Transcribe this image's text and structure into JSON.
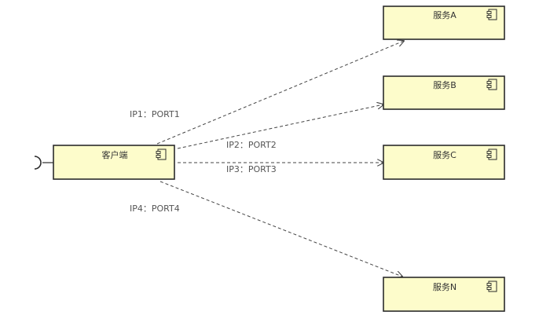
{
  "diagram": {
    "colors": {
      "box_fill": "#fdfccb",
      "box_stroke": "#2b2b2b",
      "line": "#444444",
      "text": "#333333"
    },
    "client": {
      "label": "客户端",
      "icon": "component-icon",
      "interface_icon": "required-interface-socket"
    },
    "services": [
      {
        "id": "a",
        "label": "服务A",
        "icon": "component-icon"
      },
      {
        "id": "b",
        "label": "服务B",
        "icon": "component-icon"
      },
      {
        "id": "c",
        "label": "服务C",
        "icon": "component-icon"
      },
      {
        "id": "n",
        "label": "服务N",
        "icon": "component-icon"
      }
    ],
    "connections": [
      {
        "from": "client",
        "to": "a",
        "label": "IP1：PORT1",
        "style": "dashed-arrow"
      },
      {
        "from": "client",
        "to": "b",
        "label": "IP2：PORT2",
        "style": "dashed-arrow"
      },
      {
        "from": "client",
        "to": "c",
        "label": "IP3：PORT3",
        "style": "dashed-arrow"
      },
      {
        "from": "client",
        "to": "n",
        "label": "IP4：PORT4",
        "style": "dashed-arrow"
      }
    ]
  }
}
